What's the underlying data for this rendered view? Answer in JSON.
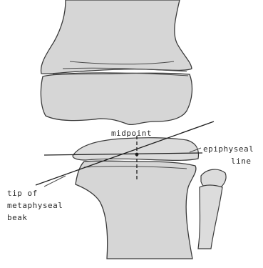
{
  "labels": {
    "midpoint": "midpoint",
    "epiphyseal_line_1": "epiphyseal",
    "epiphyseal_line_2": "line",
    "metaphyseal_beak_1": "tip of",
    "metaphyseal_beak_2": "metaphyseal",
    "metaphyseal_beak_3": "beak"
  }
}
